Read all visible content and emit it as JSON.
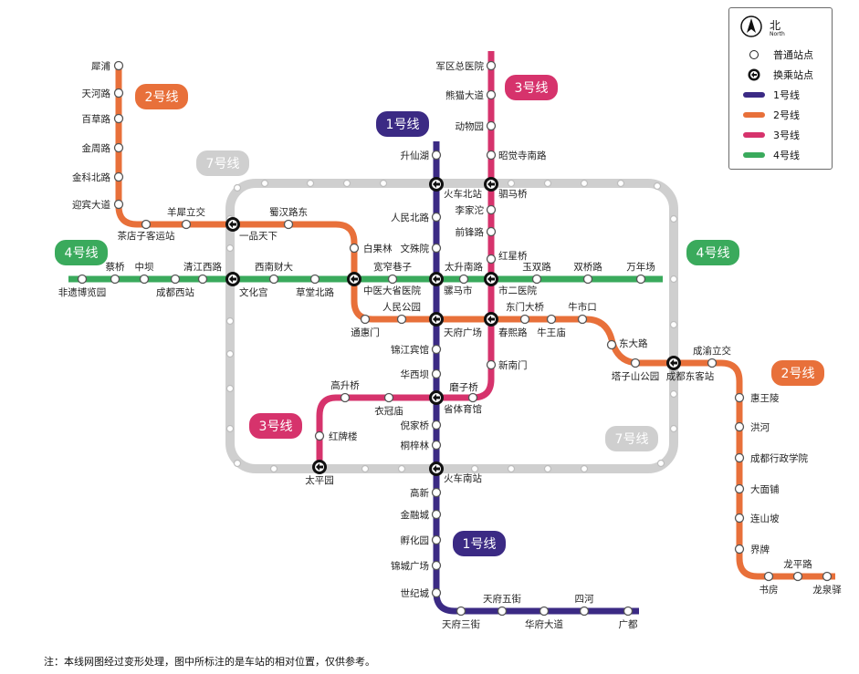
{
  "note": "注：本线网图经过变形处理，图中所标注的是车站的相对位置，仅供参考。",
  "legend": {
    "north_zh": "北",
    "north_en": "North",
    "items": [
      {
        "label": "普通站点",
        "kind": "station"
      },
      {
        "label": "换乘站点",
        "kind": "transfer"
      },
      {
        "label": "1号线",
        "kind": "line",
        "color": "#3b2a84"
      },
      {
        "label": "2号线",
        "kind": "line",
        "color": "#e8703a"
      },
      {
        "label": "3号线",
        "kind": "line",
        "color": "#d6336c"
      },
      {
        "label": "4号线",
        "kind": "line",
        "color": "#3aaa5c"
      }
    ]
  },
  "lines": {
    "line1": {
      "name": "1号线",
      "color": "#3b2a84"
    },
    "line2": {
      "name": "2号线",
      "color": "#e8703a"
    },
    "line3": {
      "name": "3号线",
      "color": "#d6336c"
    },
    "line4": {
      "name": "4号线",
      "color": "#3aaa5c"
    },
    "line7": {
      "name": "7号线",
      "color": "#cfcfcf"
    }
  },
  "stations": {
    "xipu": "犀浦",
    "tianhe": "天河路",
    "baicao": "百草路",
    "jinzhou": "金周路",
    "jinkebei": "金科北路",
    "yingbin": "迎宾大道",
    "chadianzi": "茶店子客运站",
    "yangxi": "羊犀立交",
    "yipin": "一品天下",
    "shuhan": "蜀汉路东",
    "baiguolin": "白果林",
    "zhongyidaxue": "中医大省医院",
    "tonghuimen": "通惠门",
    "renmingongyuan": "人民公园",
    "tianfuguangchang": "天府广场",
    "chunxilu": "春熙路",
    "dongmendaqiao": "东门大桥",
    "niuwangmiao": "牛王庙",
    "niushikou": "牛市口",
    "dongdalu": "东大路",
    "tazishan": "塔子山公园",
    "chengdudong": "成都东客站",
    "chengyu": "成渝立交",
    "huiwangling": "惠王陵",
    "honghe": "洪河",
    "xingzheng": "成都行政学院",
    "damianpu": "大面铺",
    "lianshanpo": "连山坡",
    "jiepai": "界牌",
    "shufang": "书房",
    "longpinglu": "龙平路",
    "longquanyi": "龙泉驿",
    "shengxianhu": "升仙湖",
    "huochebei": "火车北站",
    "renminbei": "人民北路",
    "wenshuyuan": "文殊院",
    "luomashi": "骡马市",
    "jinjiangbinguan": "锦江宾馆",
    "huaxiba": "华西坝",
    "shengtiyuguan": "省体育馆",
    "nijiaqiao": "倪家桥",
    "tongzilin": "桐梓林",
    "huochenan": "火车南站",
    "gaoxin": "高新",
    "jinrongcheng": "金融城",
    "fuhuayuan": "孵化园",
    "jinchengguangchang": "锦城广场",
    "shijicheng": "世纪城",
    "tianfusanjie": "天府三街",
    "tianfuwujie": "天府五街",
    "huafudadao": "华府大道",
    "sihe": "四河",
    "guangdu": "广都",
    "junquzongyiyuan": "军区总医院",
    "xiongmao": "熊猫大道",
    "dongwuyuan": "动物园",
    "zhaojuesi": "昭觉寺南路",
    "simaqiao": "驷马桥",
    "lijiatuo": "李家沱",
    "qianfenglu": "前锋路",
    "hongxingqiao": "红星桥",
    "shierli": "市二医院",
    "xinnanmen": "新南门",
    "mozichiao": "磨子桥",
    "gaoshengqiao": "高升桥",
    "yiguanmiao": "衣冠庙",
    "hongpailou": "红牌楼",
    "taipingyuan": "太平园",
    "feiyiboyuan": "非遗博览园",
    "caiqiao": "蔡桥",
    "zhongba": "中坝",
    "chengduxizhan": "成都西站",
    "qingjiangxilu": "清江西路",
    "wenhuagong": "文化宫",
    "xinancaida": "西南财大",
    "caotangbeilu": "草堂北路",
    "kuanzhaixiangzi": "宽窄巷子",
    "taishengnanlu": "太升南路",
    "wangshuanglu": "玉双路",
    "shuangqiaolu": "双桥路",
    "wannianchang": "万年场"
  }
}
